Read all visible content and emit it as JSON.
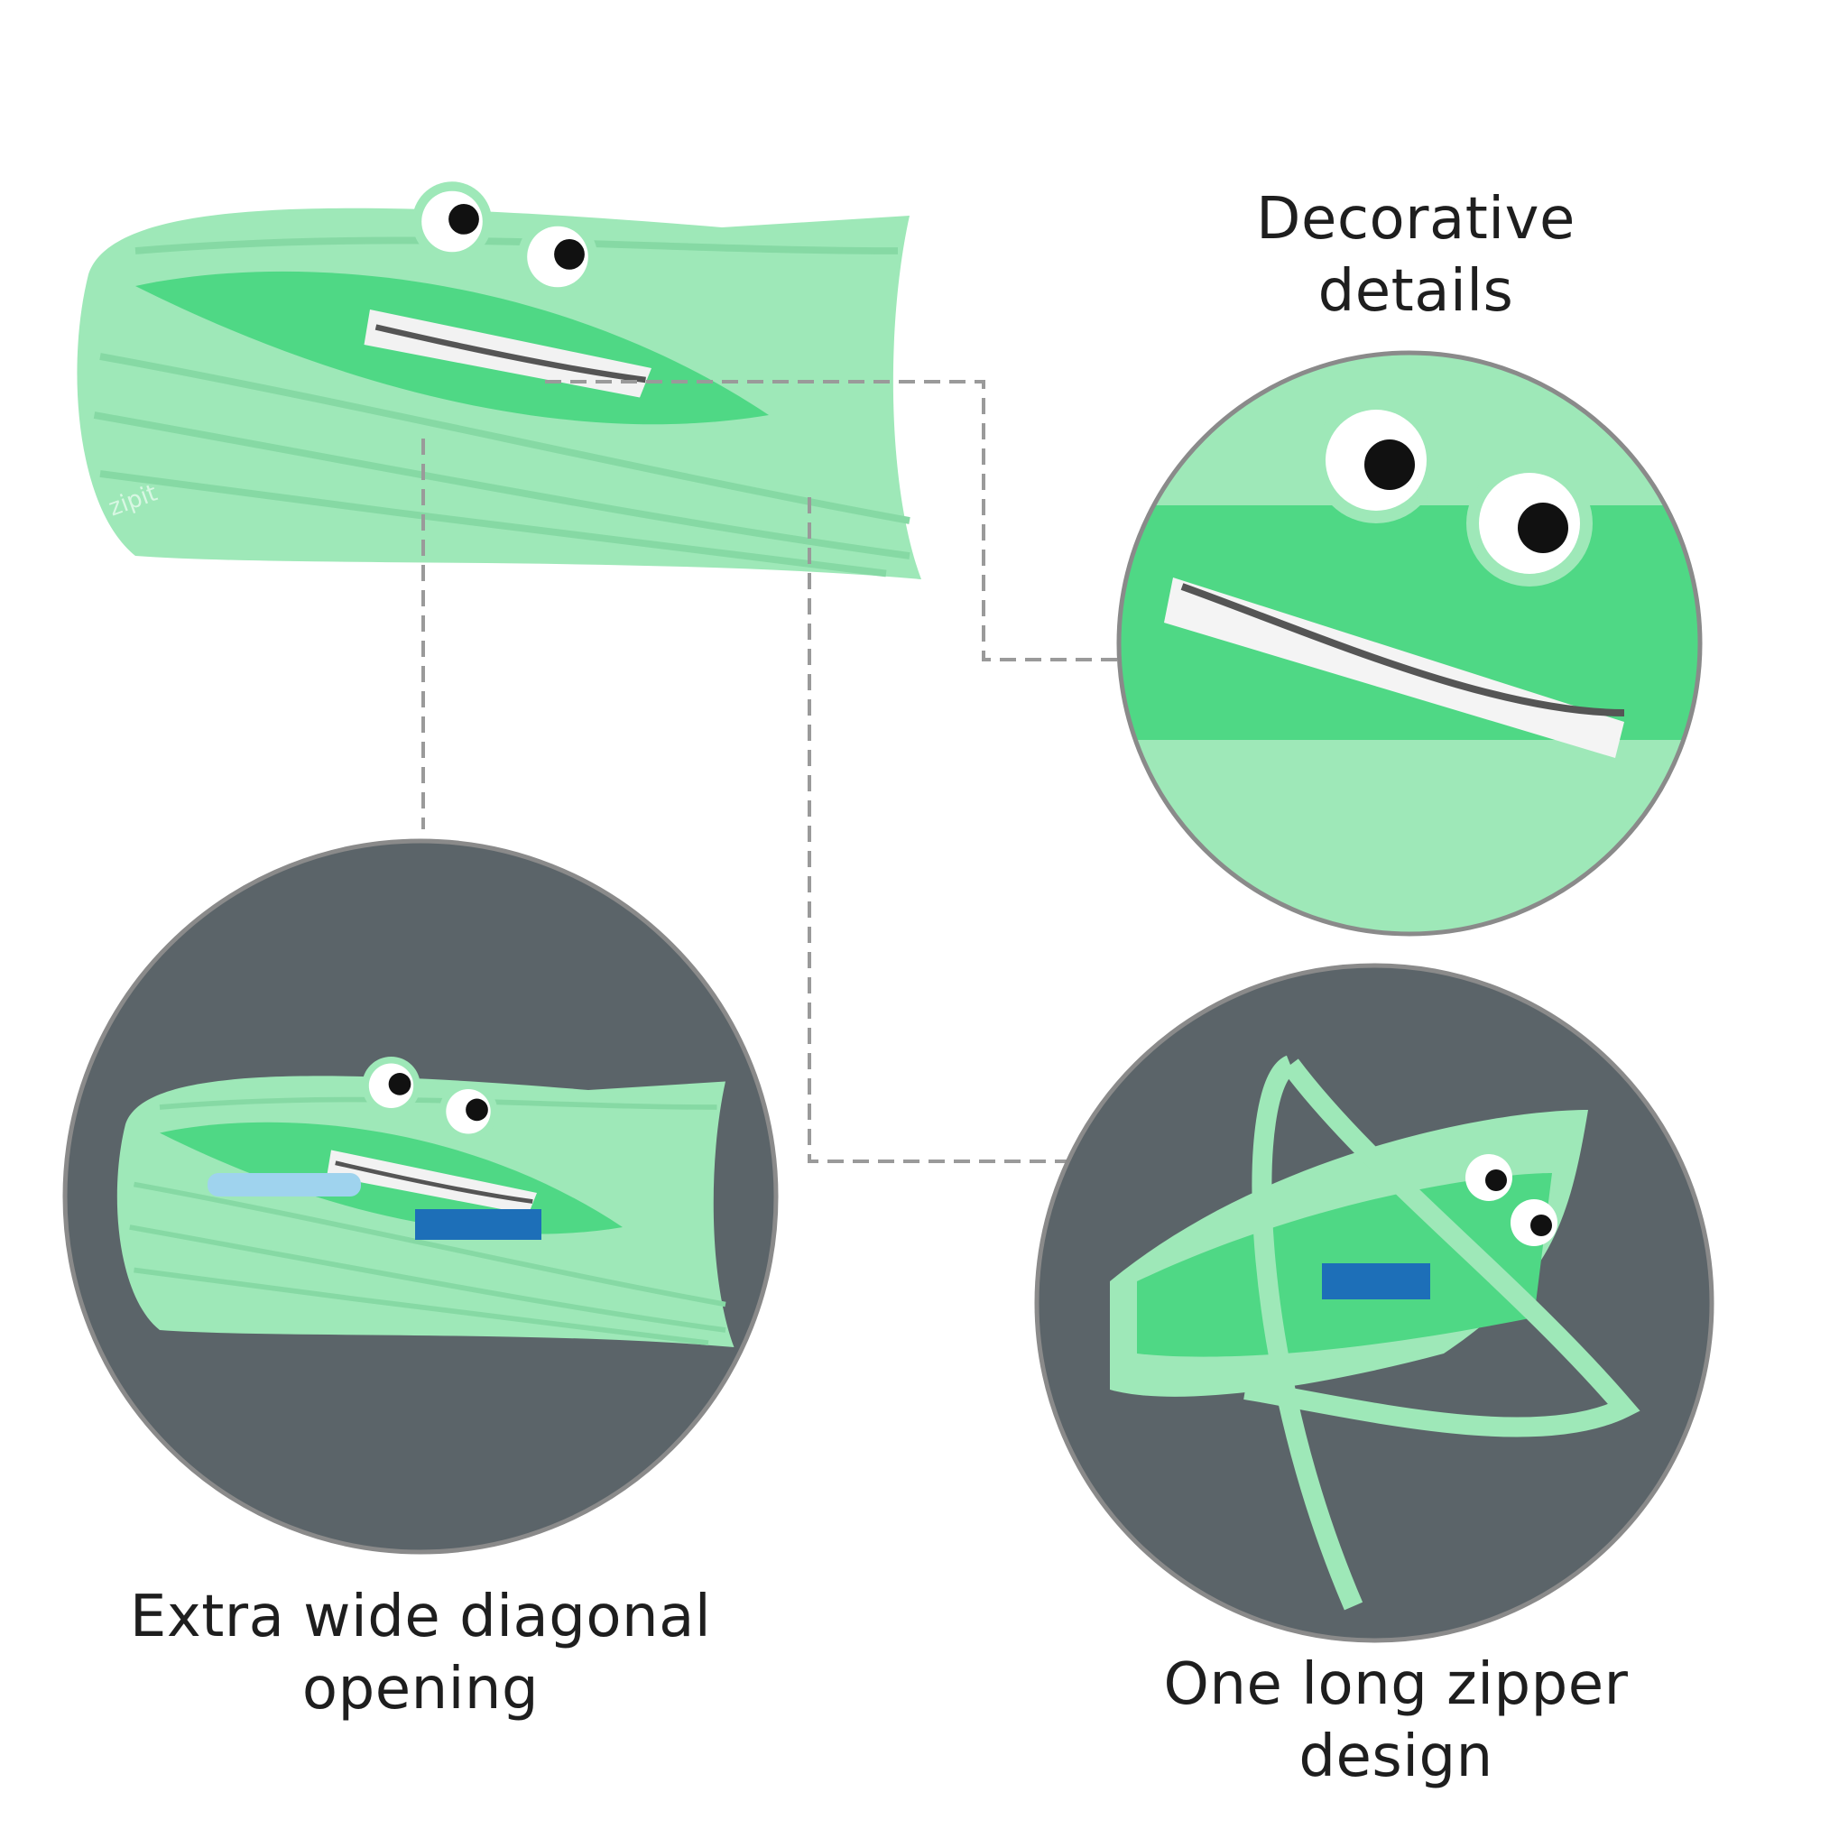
{
  "labels": {
    "decorative_line1": "Decorative",
    "decorative_line2": "details",
    "opening_line1": "Extra wide diagonal",
    "opening_line2": "opening",
    "zipper_line1": "One long zipper",
    "zipper_line2": "design"
  },
  "brand_tag": "zipit",
  "colors": {
    "pouch_mint": "#9ee8b8",
    "pouch_inner": "#4fd885",
    "concrete": "#5b6469",
    "circle_border": "#8a8a8a",
    "dashed_line": "#9a9a9a"
  }
}
